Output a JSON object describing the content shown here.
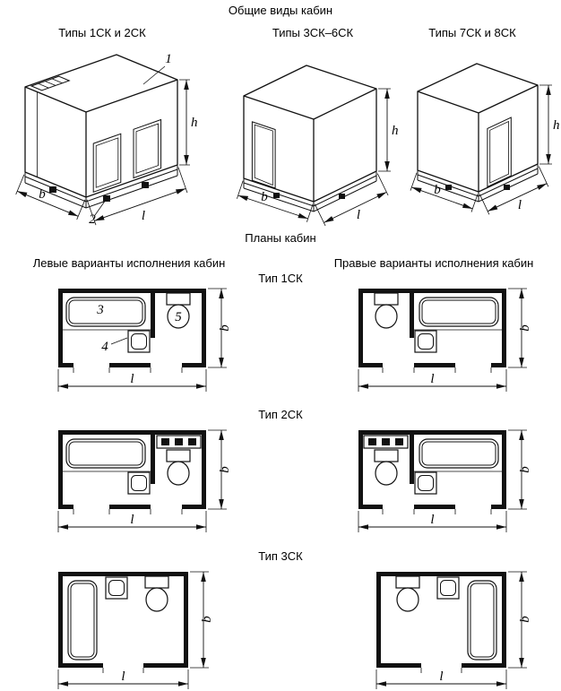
{
  "titles": {
    "main": "Общие виды кабин",
    "plans": "Планы кабин",
    "left_variants": "Левые варианты исполнения кабин",
    "right_variants": "Правые варианты исполнения кабин"
  },
  "iso_captions": {
    "types_1_2": "Типы 1СК и 2СК",
    "types_3_6": "Типы 3СК–6СК",
    "types_7_8": "Типы 7СК и 8СК"
  },
  "type_labels": {
    "type1": "Тип 1СК",
    "type2": "Тип 2СК",
    "type3": "Тип 3СК"
  },
  "dim_labels": {
    "height": "h",
    "width": "b",
    "length": "l"
  },
  "callouts": {
    "roof": "1",
    "base": "2",
    "bath": "3",
    "washbasin": "4",
    "toilet": "5"
  }
}
